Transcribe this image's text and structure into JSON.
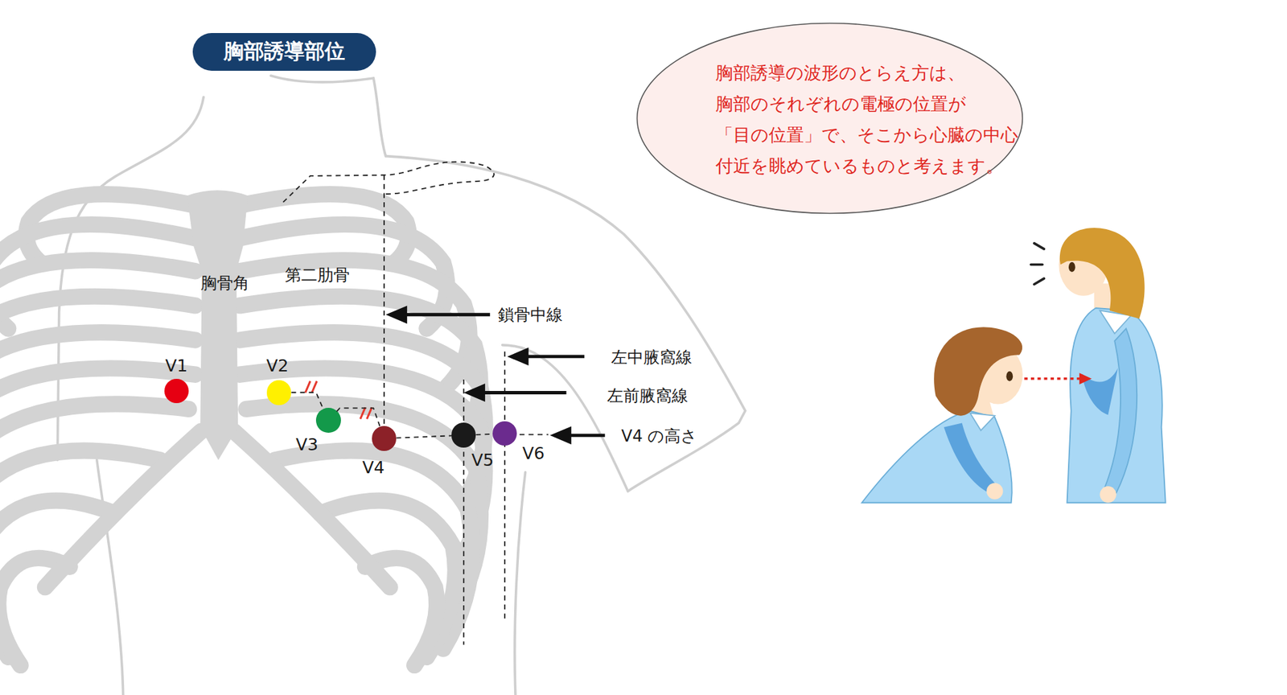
{
  "diagram": {
    "title": "胸部誘導部位",
    "nodes": [
      {
        "text": [
          "胸部誘導の波形のとらえ方は、 胸部のそれぞれの電極の位置が 「目の位置」で、そこから心臓の中心 付近を眺めているものと考えます。"
        ]
      },
      {
        "text": [
          "V1"
        ]
      },
      {
        "text": [
          "V2"
        ]
      },
      {
        "text": [
          "V3"
        ]
      },
      {
        "text": [
          "V4"
        ]
      },
      {
        "text": [
          "V5"
        ]
      },
      {
        "text": [
          "V6"
        ]
      }
    ],
    "edges": [
      {
        "from": 2,
        "to": 3,
        "arrow": "none"
      },
      {
        "from": 3,
        "to": 4,
        "arrow": "none"
      },
      {
        "from": 4,
        "to": 5,
        "arrow": "none"
      },
      {
        "from": 5,
        "to": 6,
        "arrow": "none"
      }
    ],
    "labels": [
      "胸骨角",
      "第二肋骨",
      "鎖骨中線",
      "左中腋窩線",
      "左前腋窩線",
      "V4 の高さ"
    ]
  }
}
